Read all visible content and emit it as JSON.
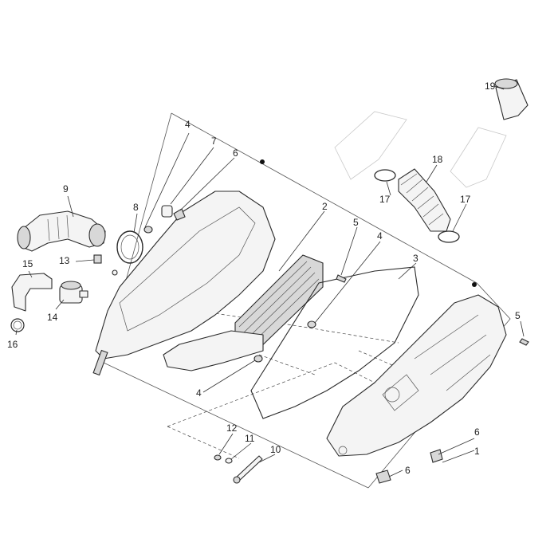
{
  "diagram": {
    "callouts": {
      "c1": "1",
      "c2": "2",
      "c3": "3",
      "c4a": "4",
      "c4b": "4",
      "c4c": "4",
      "c5a": "5",
      "c5b": "5",
      "c6a": "6",
      "c6b": "6",
      "c6c": "6",
      "c7": "7",
      "c8": "8",
      "c9": "9",
      "c10": "10",
      "c11": "11",
      "c12": "12",
      "c13": "13",
      "c14": "14",
      "c15": "15",
      "c16": "16",
      "c17a": "17",
      "c17b": "17",
      "c18": "18",
      "c19": "19"
    }
  }
}
